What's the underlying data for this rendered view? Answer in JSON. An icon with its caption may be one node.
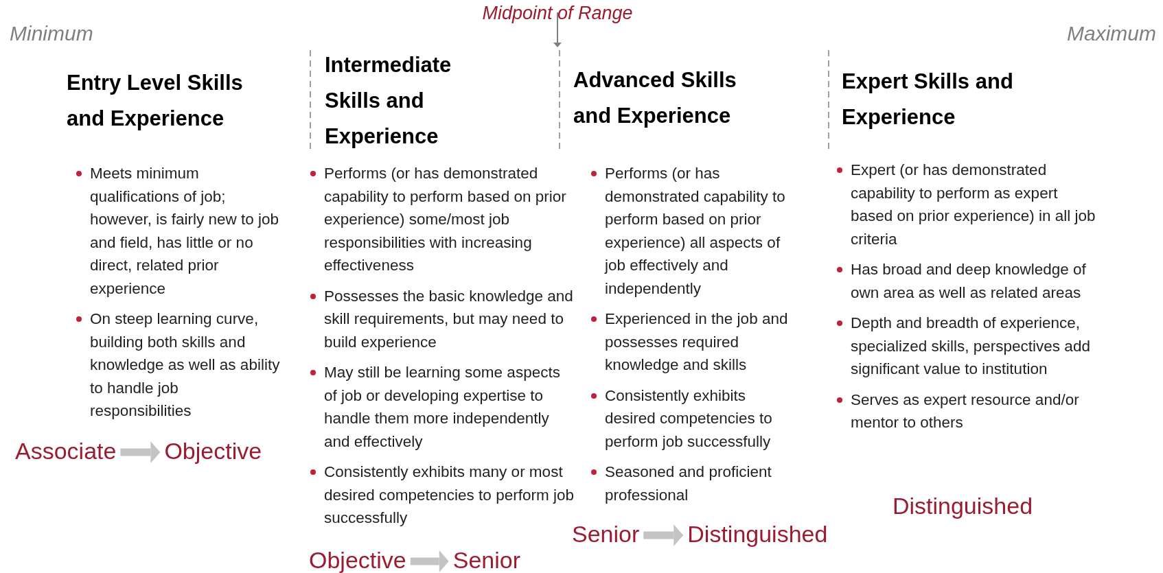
{
  "diagram": {
    "nodes": [
      {
        "text": [
          "Midpoint of Range"
        ]
      },
      {
        "text": [
          "Associate"
        ]
      },
      {
        "text": [
          "Objective"
        ]
      },
      {
        "text": [
          "Objective"
        ]
      },
      {
        "text": [
          "Senior"
        ]
      },
      {
        "text": [
          "Senior"
        ]
      },
      {
        "text": [
          "Distinguished"
        ]
      }
    ],
    "edges": [
      {
        "from": 0,
        "to": null,
        "arrow": "to",
        "color": "#7f7f7f"
      },
      {
        "from": 1,
        "to": 2,
        "arrow": "to"
      },
      {
        "from": 3,
        "to": 4,
        "arrow": "to"
      },
      {
        "from": 5,
        "to": 6,
        "arrow": "to"
      }
    ],
    "labels": [
      "Minimum",
      "Maximum",
      "Entry Level Skills and Experience",
      "Meets minimum qualifications of job; however, is fairly new to job and field, has little or no direct, related prior experience",
      "On steep learning curve, building both skills and knowledge as well as ability to handle job responsibilities",
      "Intermediate Skills and Experience",
      "Performs (or has demonstrated capability to perform based on prior experience) some/most job responsibilities with increasing effectiveness",
      "Possesses the basic knowledge and skill requirements, but may need to build experience",
      "May still be learning some aspects of job or developing expertise to handle them more independently and effectively",
      "Consistently exhibits many or most desired competencies to perform job successfully",
      "Advanced Skills and Experience",
      "Performs (or has demonstrated capability to perform based on prior experience) all aspects of job effectively and independently",
      "Experienced in the job and possesses required knowledge and skills",
      "Consistently exhibits desired competencies to perform job successfully",
      "Seasoned and proficient professional",
      "Expert Skills and Experience",
      "Expert (or has demonstrated capability to perform as expert based on prior experience) in all job criteria",
      "Has broad and deep knowledge of own area as well as related areas",
      "Depth and breadth of experience, specialized skills, perspectives add significant value to institution",
      "Serves as expert resource and/or mentor to others",
      "Distinguished"
    ]
  }
}
